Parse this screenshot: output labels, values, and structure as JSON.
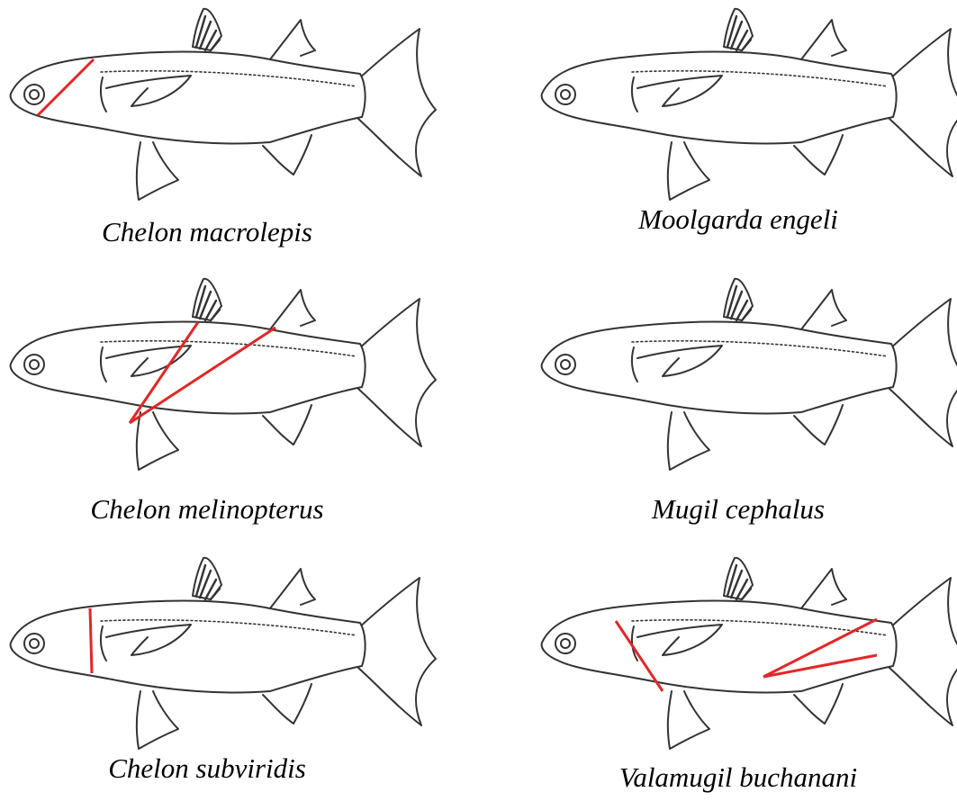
{
  "colors": {
    "outline": "#333333",
    "measure_line": "#e32626",
    "background": "#ffffff"
  },
  "panels": [
    {
      "species": "Chelon macrolepis",
      "measure": "head-oblique"
    },
    {
      "species": "Moolgarda engeli",
      "measure": "none"
    },
    {
      "species": "Chelon melinopterus",
      "measure": "pelvic-to-dorsal"
    },
    {
      "species": "Mugil cephalus",
      "measure": "none"
    },
    {
      "species": "Chelon subviridis",
      "measure": "head-vertical"
    },
    {
      "species": "Valamugil buchanani",
      "measure": "head-and-caudal"
    }
  ]
}
